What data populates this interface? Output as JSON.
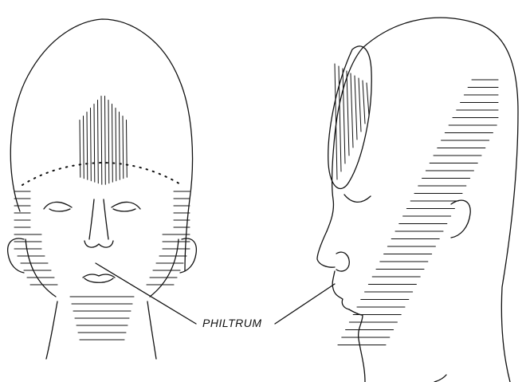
{
  "diagram": {
    "label": "PHILTRUM",
    "line_color": "#111111",
    "background": "#ffffff",
    "views": [
      "front-view",
      "side-view"
    ]
  }
}
